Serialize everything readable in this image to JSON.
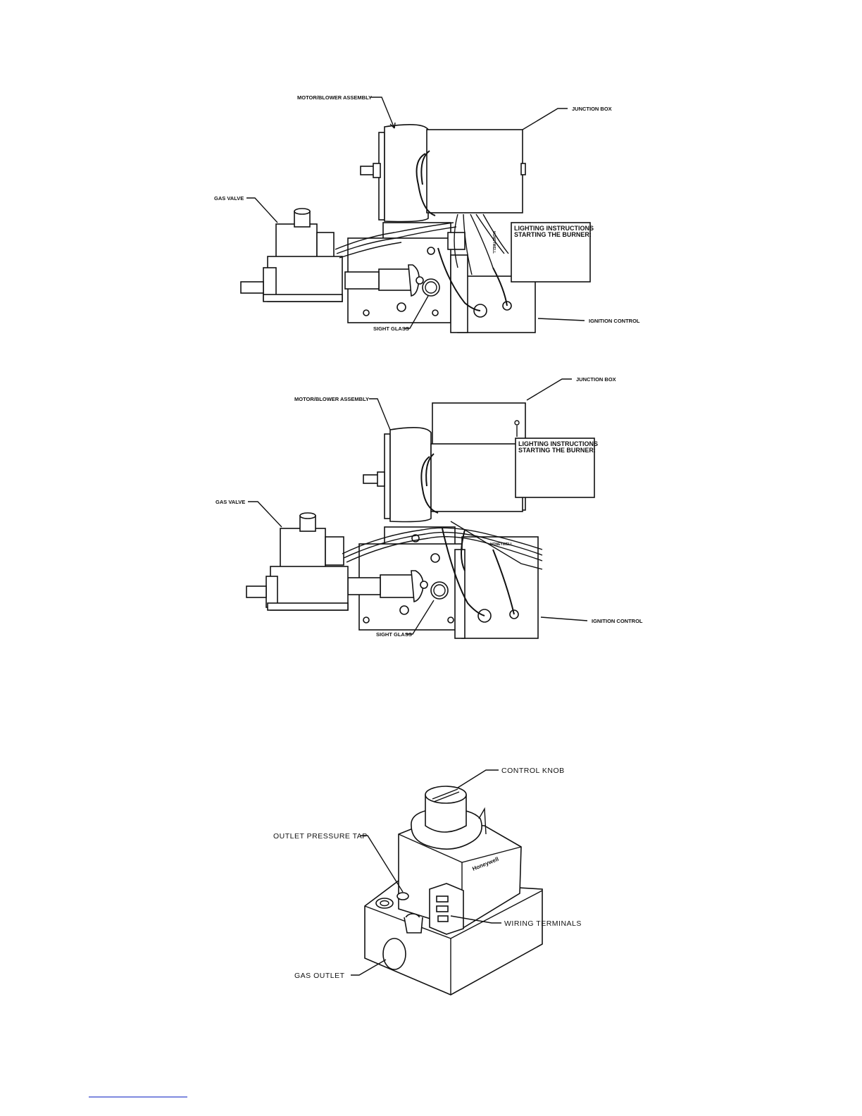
{
  "figure1": {
    "labels": {
      "motor_blower": "MOTOR/BLOWER ASSEMBLY",
      "junction_box": "JUNCTION BOX",
      "gas_valve": "GAS VALVE",
      "sight_glass": "SIGHT GLASS",
      "ignition_control": "IGNITION CONTROL",
      "honeywell": "HONEYWELL"
    },
    "lighting_box": {
      "line1": "LIGHTING INSTRUCTIONS",
      "line2": "STARTING THE BURNER:"
    }
  },
  "figure2": {
    "labels": {
      "motor_blower": "MOTOR/BLOWER ASSEMBLY",
      "junction_box": "JUNCTION BOX",
      "gas_valve": "GAS VALVE",
      "sight_glass": "SIGHT GLASS",
      "ignition_control": "IGNITION CONTROL",
      "honeywell": "HONEYWELL"
    },
    "lighting_box": {
      "line1": "LIGHTING INSTRUCTIONS",
      "line2": "STARTING THE BURNER:"
    }
  },
  "figure3": {
    "labels": {
      "control_knob": "CONTROL KNOB",
      "outlet_pressure_tap": "OUTLET PRESSURE TAP",
      "gas_outlet": "GAS OUTLET",
      "wiring_terminals": "WIRING TERMINALS",
      "brand": "Honeywell"
    }
  }
}
